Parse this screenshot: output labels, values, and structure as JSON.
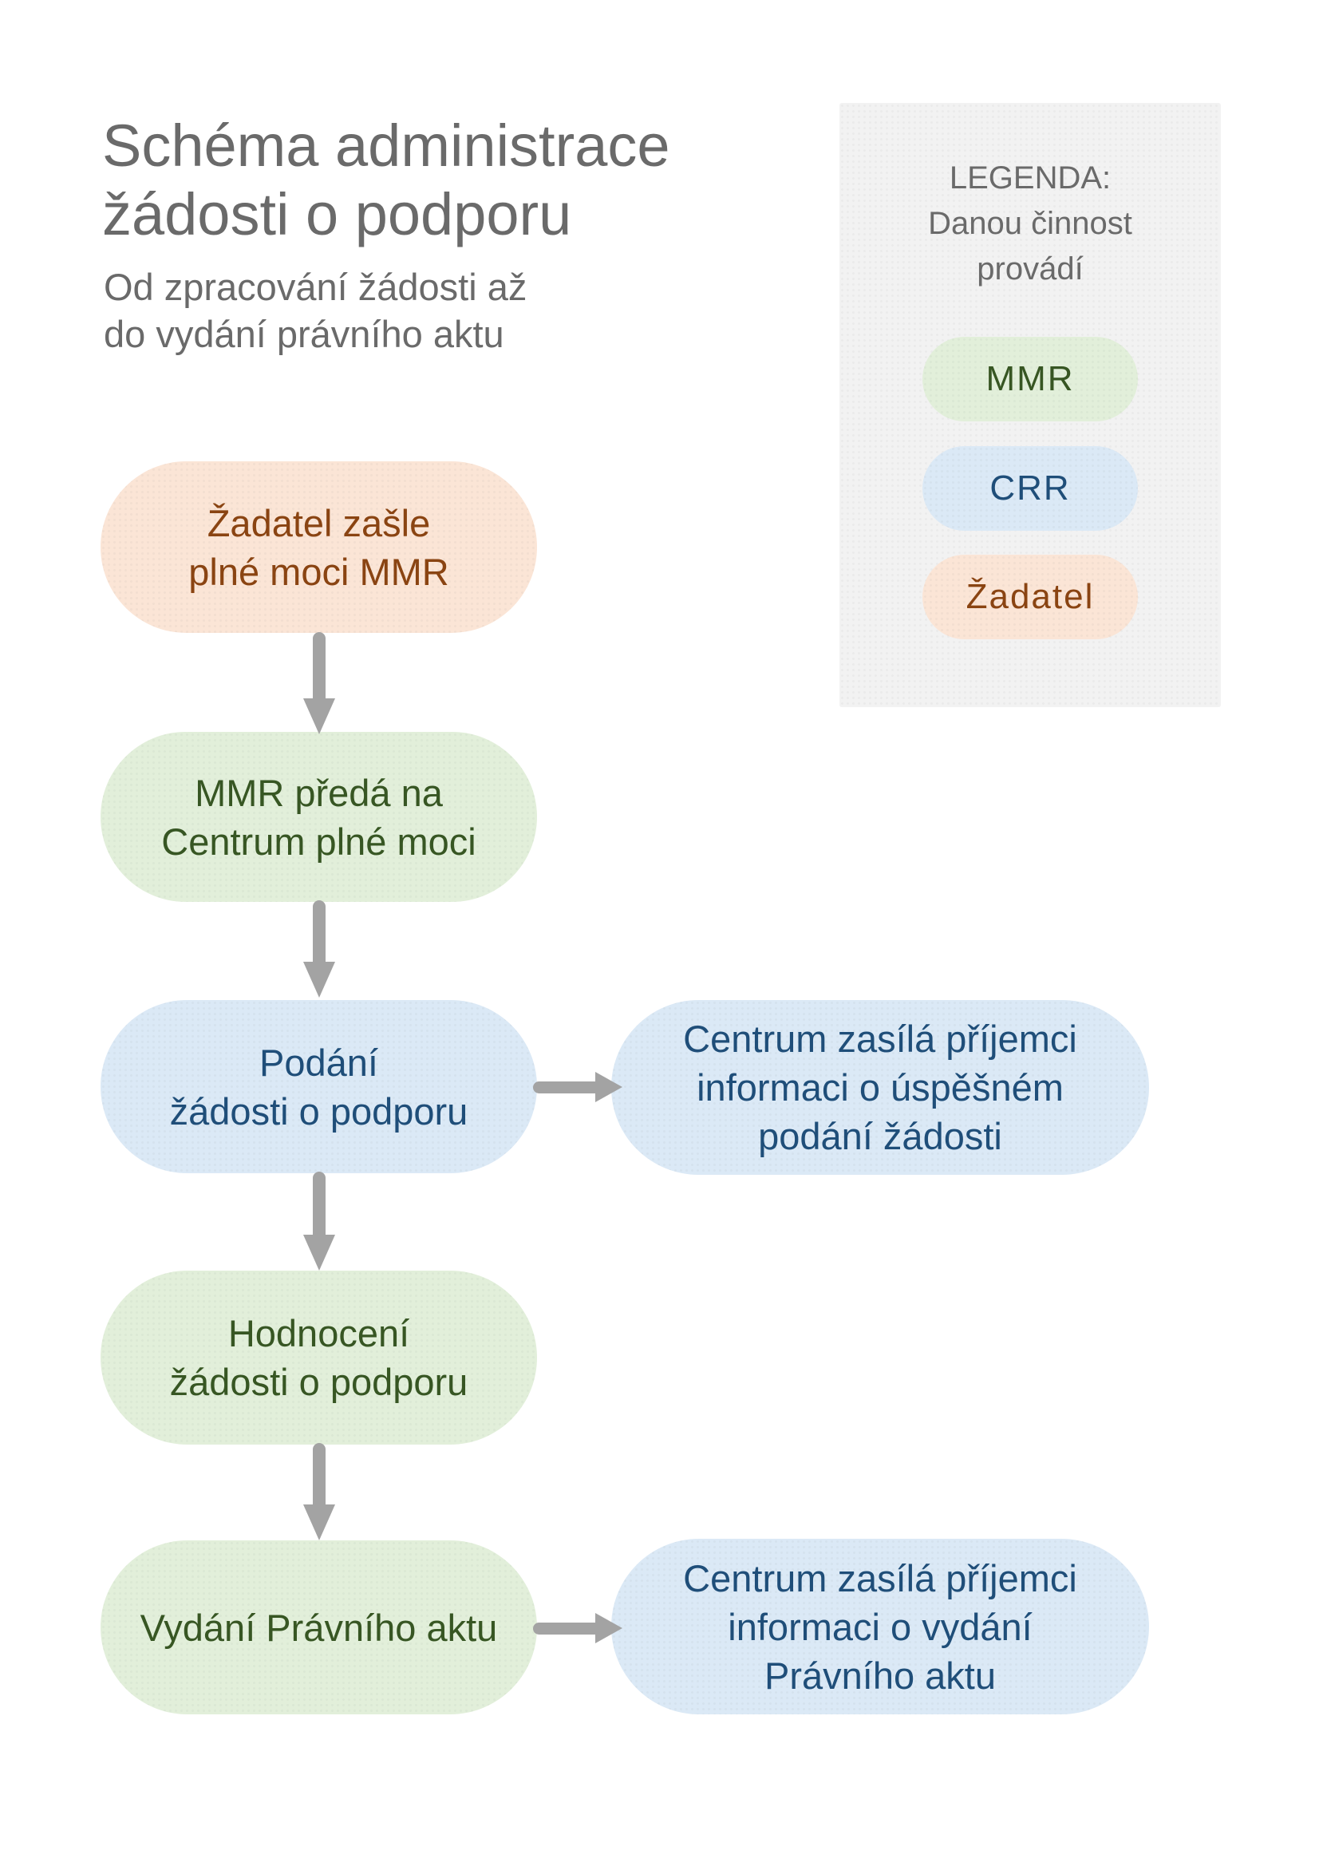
{
  "header": {
    "title_lines": [
      "Schéma administrace",
      "žádosti o podporu"
    ],
    "subtitle_lines": [
      "Od zpracování žádosti až",
      "do vydání právního aktu"
    ]
  },
  "legend": {
    "title_lines": [
      "LEGENDA:",
      "Danou činnost",
      "provádí"
    ],
    "items": [
      {
        "id": "mmr",
        "label": "MMR"
      },
      {
        "id": "crr",
        "label": "CRR"
      },
      {
        "id": "zadatel",
        "label": "Žadatel"
      }
    ]
  },
  "flow": {
    "nodes": [
      {
        "id": "zadatel-zasle-plne-moci",
        "actor": "zadatel",
        "lines": [
          "Žadatel zašle",
          "plné moci MMR"
        ]
      },
      {
        "id": "mmr-preda-na-centrum",
        "actor": "mmr",
        "lines": [
          "MMR předá na",
          "Centrum plné moci"
        ]
      },
      {
        "id": "podani-zadosti",
        "actor": "crr",
        "lines": [
          "Podání",
          "žádosti o podporu"
        ]
      },
      {
        "id": "hodnoceni-zadosti",
        "actor": "mmr",
        "lines": [
          "Hodnocení",
          "žádosti o podporu"
        ]
      },
      {
        "id": "vydani-pravniho-aktu",
        "actor": "mmr",
        "lines": [
          "Vydání Právního aktu"
        ]
      },
      {
        "id": "info-uspesne-podani",
        "actor": "crr",
        "lines": [
          "Centrum zasílá příjemci",
          "informaci o úspěšném",
          "podání žádosti"
        ]
      },
      {
        "id": "info-vydani-aktu",
        "actor": "crr",
        "lines": [
          "Centrum zasílá příjemci",
          "informaci o vydání",
          "Právního aktu"
        ]
      }
    ]
  },
  "colors": {
    "mmr-bg": "#e2efda",
    "mmr-text": "#375623",
    "crr-bg": "#dbe9f6",
    "crr-text": "#1f4e79",
    "zadatel-bg": "#fbe5d6",
    "zadatel-text": "#8a4412",
    "arrow": "#a3a3a3",
    "heading-text": "#6a6a6a",
    "legend-bg": "#f2f2f2"
  }
}
